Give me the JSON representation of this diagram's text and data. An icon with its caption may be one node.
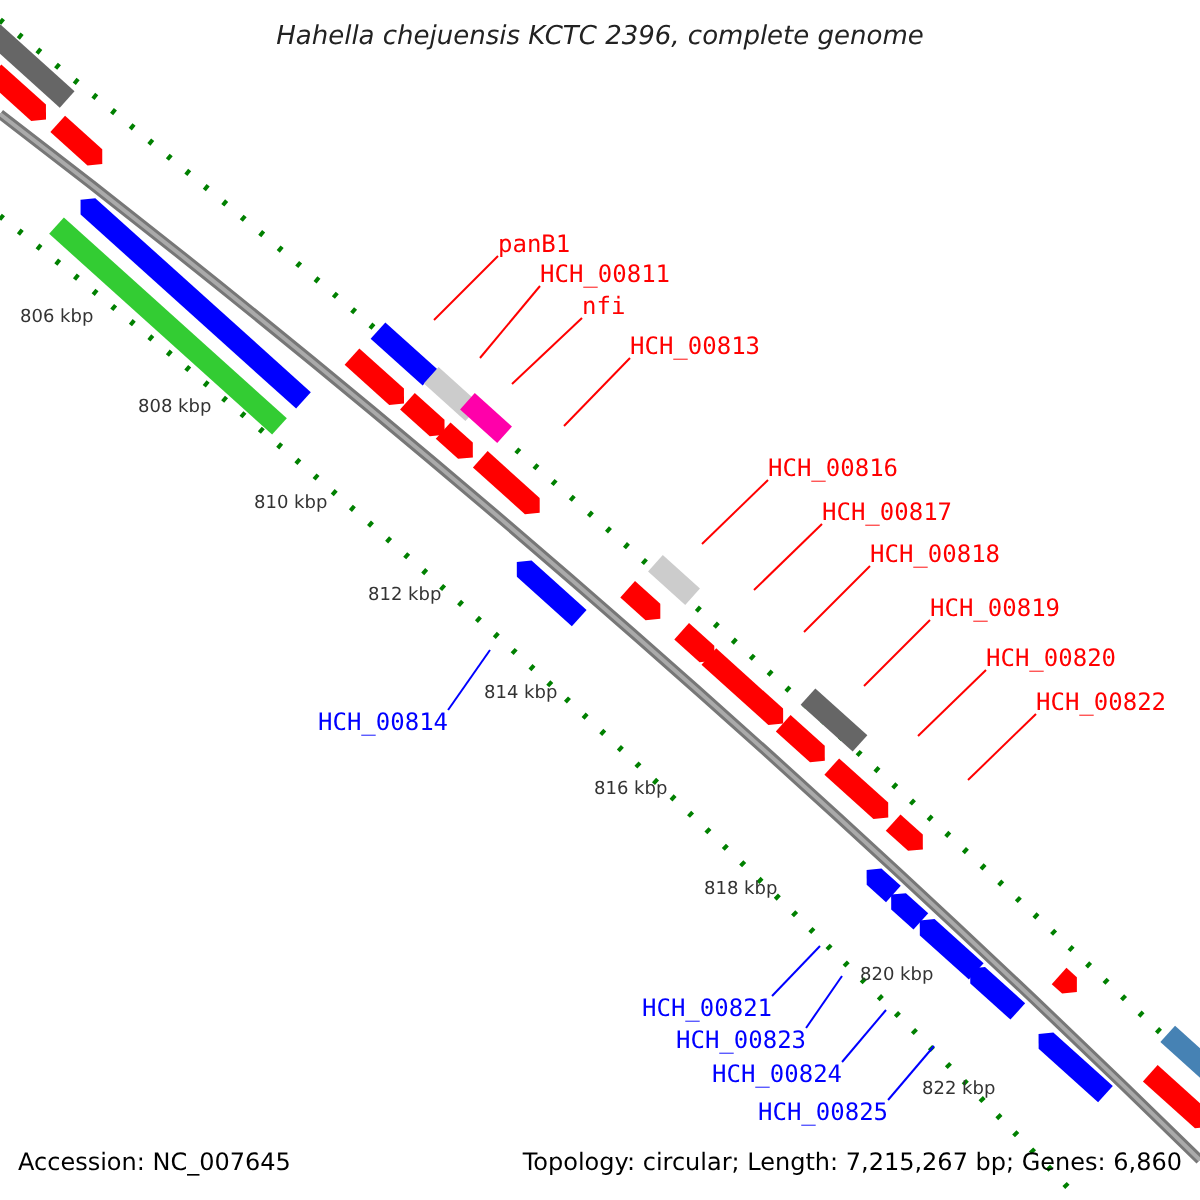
{
  "diagram": {
    "title": "Hahella chejuensis KCTC 2396, complete genome",
    "nodes": [
      {
        "text": [
          "panB1"
        ]
      },
      {
        "text": [
          "HCH_00811"
        ]
      },
      {
        "text": [
          "nfi"
        ]
      },
      {
        "text": [
          "HCH_00813"
        ]
      },
      {
        "text": [
          "HCH_00816"
        ]
      },
      {
        "text": [
          "HCH_00817"
        ]
      },
      {
        "text": [
          "HCH_00818"
        ]
      },
      {
        "text": [
          "HCH_00819"
        ]
      },
      {
        "text": [
          "HCH_00820"
        ]
      },
      {
        "text": [
          "HCH_00822"
        ]
      },
      {
        "text": [
          "HCH_00814"
        ]
      },
      {
        "text": [
          "HCH_00821"
        ]
      },
      {
        "text": [
          "HCH_00823"
        ]
      },
      {
        "text": [
          "HCH_00824"
        ]
      },
      {
        "text": [
          "HCH_00825"
        ]
      }
    ],
    "edges": [
      {
        "from": 0,
        "to": null,
        "arrow": "none"
      },
      {
        "from": 1,
        "to": null,
        "arrow": "none"
      },
      {
        "from": 2,
        "to": null,
        "arrow": "none"
      },
      {
        "from": 3,
        "to": null,
        "arrow": "none"
      },
      {
        "from": 4,
        "to": null,
        "arrow": "none"
      },
      {
        "from": 5,
        "to": null,
        "arrow": "none"
      },
      {
        "from": 6,
        "to": null,
        "arrow": "none"
      },
      {
        "from": 7,
        "to": null,
        "arrow": "none"
      },
      {
        "from": 8,
        "to": null,
        "arrow": "none"
      },
      {
        "from": 9,
        "to": null,
        "arrow": "none"
      },
      {
        "from": 10,
        "to": null,
        "arrow": "none",
        "color": "#0000ff"
      },
      {
        "from": 11,
        "to": null,
        "arrow": "none",
        "color": "#0000ff"
      },
      {
        "from": 12,
        "to": null,
        "arrow": "none",
        "color": "#0000ff"
      },
      {
        "from": 13,
        "to": null,
        "arrow": "none",
        "color": "#0000ff"
      },
      {
        "from": 14,
        "to": null,
        "arrow": "none",
        "color": "#0000ff"
      }
    ],
    "labels": [
      "806 kbp",
      "808 kbp",
      "810 kbp",
      "812 kbp",
      "814 kbp",
      "816 kbp",
      "818 kbp",
      "820 kbp",
      "822 kbp",
      "Accession: NC_007645",
      "Topology: circular; Length: 7,215,267 bp; Genes: 6,860"
    ]
  }
}
